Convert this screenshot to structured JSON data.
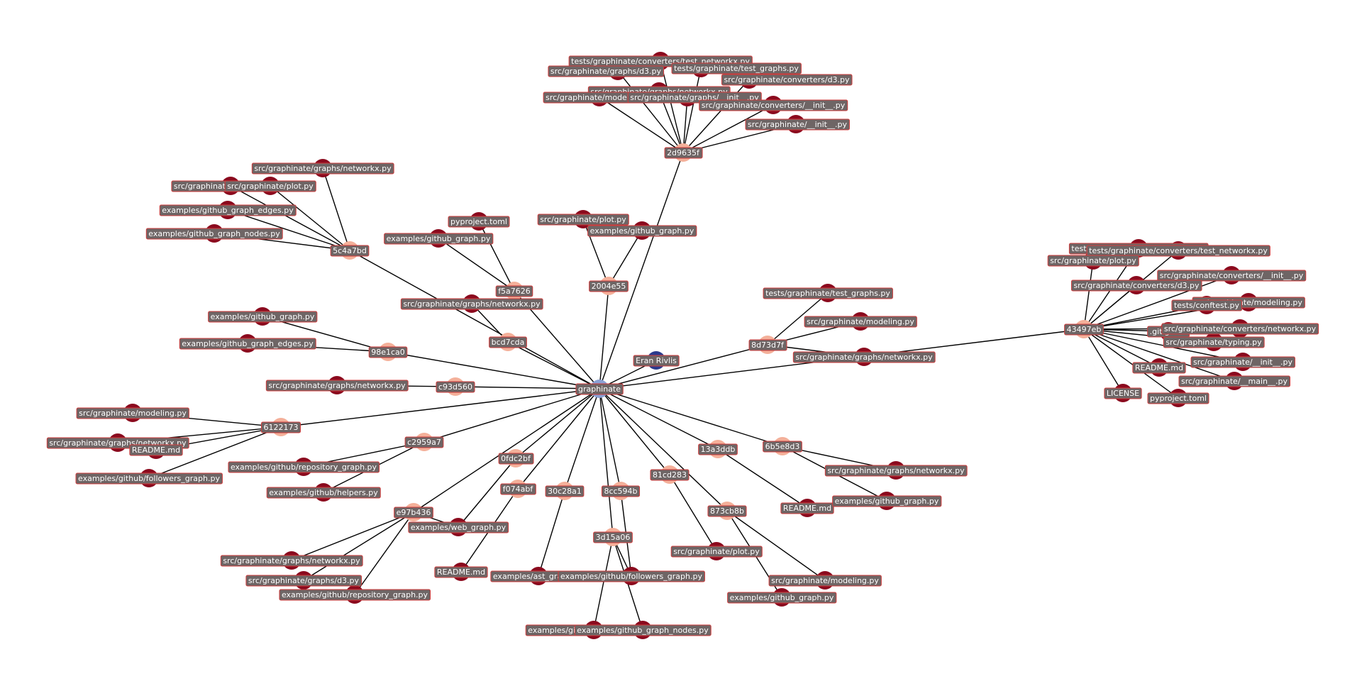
{
  "colors": {
    "repo": "#8aa0d4",
    "user": "#2b3a8c",
    "commit": "#f4b09a",
    "file": "#8b0a1e",
    "edge": "#000000",
    "label_bg": "#6e6565",
    "label_border": "#d23c3c",
    "label_text": "#ffffff"
  },
  "nodes": {
    "repo": {
      "label": "graphinate",
      "kind": "repo"
    },
    "user": {
      "label": "Eran Rivlis",
      "kind": "user"
    },
    "c_2d9635f": {
      "label": "2d9635f",
      "kind": "commit"
    },
    "c_5c4a7bd": {
      "label": "5c4a7bd",
      "kind": "commit"
    },
    "c_f5a7626": {
      "label": "f5a7626",
      "kind": "commit"
    },
    "c_2004e55": {
      "label": "2004e55",
      "kind": "commit"
    },
    "c_bcd7cda": {
      "label": "bcd7cda",
      "kind": "commit"
    },
    "c_98e1ca0": {
      "label": "98e1ca0",
      "kind": "commit"
    },
    "c_c93d560": {
      "label": "c93d560",
      "kind": "commit"
    },
    "c_6122173": {
      "label": "6122173",
      "kind": "commit"
    },
    "c_c2959a7": {
      "label": "c2959a7",
      "kind": "commit"
    },
    "c_0fdc2bf": {
      "label": "0fdc2bf",
      "kind": "commit"
    },
    "c_f074abf": {
      "label": "f074abf",
      "kind": "commit"
    },
    "c_30c28a1": {
      "label": "30c28a1",
      "kind": "commit"
    },
    "c_8cc594b": {
      "label": "8cc594b",
      "kind": "commit"
    },
    "c_3d15a06": {
      "label": "3d15a06",
      "kind": "commit"
    },
    "c_e97b436": {
      "label": "e97b436",
      "kind": "commit"
    },
    "c_81cd283": {
      "label": "81cd283",
      "kind": "commit"
    },
    "c_13a3ddb": {
      "label": "13a3ddb",
      "kind": "commit"
    },
    "c_873cb8b": {
      "label": "873cb8b",
      "kind": "commit"
    },
    "c_6b5e8d3": {
      "label": "6b5e8d3",
      "kind": "commit"
    },
    "c_8d73d7f": {
      "label": "8d73d7f",
      "kind": "commit"
    },
    "c_43497eb": {
      "label": "43497eb",
      "kind": "commit"
    },
    "f_a1": {
      "label": "tests/graphinate/converters/test_networkx.py",
      "kind": "file"
    },
    "f_a2": {
      "label": "src/graphinate/graphs/d3.py",
      "kind": "file"
    },
    "f_a3": {
      "label": "tests/graphinate/test_graphs.py",
      "kind": "file"
    },
    "f_a4": {
      "label": "src/graphinate/converters/d3.py",
      "kind": "file"
    },
    "f_a5": {
      "label": "src/graphinate/graphs/networkx.py",
      "kind": "file"
    },
    "f_a6": {
      "label": "src/graphinate/modeling.py",
      "kind": "file"
    },
    "f_a7": {
      "label": "src/graphinate/graphs/__init__.py",
      "kind": "file"
    },
    "f_a8": {
      "label": "src/graphinate/converters/__init__.py",
      "kind": "file"
    },
    "f_a9": {
      "label": "src/graphinate/__init__.py",
      "kind": "file"
    },
    "f_b1": {
      "label": "src/graphinate/graphs/networkx.py",
      "kind": "file"
    },
    "f_b2": {
      "label": "src/graphinate/graphs/d3.py",
      "kind": "file"
    },
    "f_b3": {
      "label": "src/graphinate/plot.py",
      "kind": "file"
    },
    "f_b4": {
      "label": "examples/github_graph_edges.py",
      "kind": "file"
    },
    "f_b5": {
      "label": "examples/github_graph_nodes.py",
      "kind": "file"
    },
    "f_c1": {
      "label": "pyproject.toml",
      "kind": "file"
    },
    "f_c2": {
      "label": "examples/github_graph.py",
      "kind": "file"
    },
    "f_d1": {
      "label": "src/graphinate/plot.py",
      "kind": "file"
    },
    "f_d2": {
      "label": "examples/github_graph.py",
      "kind": "file"
    },
    "f_e1": {
      "label": "src/graphinate/graphs/networkx.py",
      "kind": "file"
    },
    "f_g1": {
      "label": "examples/github_graph.py",
      "kind": "file"
    },
    "f_g2": {
      "label": "examples/github_graph_edges.py",
      "kind": "file"
    },
    "f_h1": {
      "label": "src/graphinate/graphs/networkx.py",
      "kind": "file"
    },
    "f_i1": {
      "label": "src/graphinate/modeling.py",
      "kind": "file"
    },
    "f_i2": {
      "label": "src/graphinate/graphs/networkx.py",
      "kind": "file"
    },
    "f_i3": {
      "label": "README.md",
      "kind": "file"
    },
    "f_i4": {
      "label": "examples/github/followers_graph.py",
      "kind": "file"
    },
    "f_j1": {
      "label": "examples/github/repository_graph.py",
      "kind": "file"
    },
    "f_j2": {
      "label": "examples/github/helpers.py",
      "kind": "file"
    },
    "f_k1": {
      "label": "examples/web_graph.py",
      "kind": "file"
    },
    "f_l1": {
      "label": "README.md",
      "kind": "file"
    },
    "f_m1": {
      "label": "examples/ast_graph.py",
      "kind": "file"
    },
    "f_n1": {
      "label": "examples/github/followers_graph.py",
      "kind": "file"
    },
    "f_o1": {
      "label": "examples/github_graph_edges.py",
      "kind": "file"
    },
    "f_o2": {
      "label": "examples/github_graph_nodes.py",
      "kind": "file"
    },
    "f_p1": {
      "label": "src/graphinate/graphs/networkx.py",
      "kind": "file"
    },
    "f_p2": {
      "label": "src/graphinate/graphs/d3.py",
      "kind": "file"
    },
    "f_p3": {
      "label": "examples/github/repository_graph.py",
      "kind": "file"
    },
    "f_q1": {
      "label": "src/graphinate/plot.py",
      "kind": "file"
    },
    "f_r1": {
      "label": "README.md",
      "kind": "file"
    },
    "f_s1": {
      "label": "src/graphinate/modeling.py",
      "kind": "file"
    },
    "f_s2": {
      "label": "examples/github_graph.py",
      "kind": "file"
    },
    "f_t1": {
      "label": "src/graphinate/graphs/networkx.py",
      "kind": "file"
    },
    "f_t2": {
      "label": "examples/github_graph.py",
      "kind": "file"
    },
    "f_u1": {
      "label": "tests/graphinate/test_graphs.py",
      "kind": "file"
    },
    "f_u2": {
      "label": "src/graphinate/modeling.py",
      "kind": "file"
    },
    "f_u3": {
      "label": "src/graphinate/graphs/networkx.py",
      "kind": "file"
    },
    "f_v1": {
      "label": "tests/graphinate/test_modeling.py",
      "kind": "file"
    },
    "f_v2": {
      "label": "tests/graphinate/converters/test_networkx.py",
      "kind": "file"
    },
    "f_v3": {
      "label": "src/graphinate/plot.py",
      "kind": "file"
    },
    "f_v4": {
      "label": "src/graphinate/converters/__init__.py",
      "kind": "file"
    },
    "f_v5": {
      "label": "src/graphinate/converters/d3.py",
      "kind": "file"
    },
    "f_v6": {
      "label": "src/graphinate/modeling.py",
      "kind": "file"
    },
    "f_v7": {
      "label": "tests/conftest.py",
      "kind": "file"
    },
    "f_v8": {
      "label": ".gitignore",
      "kind": "file"
    },
    "f_v9": {
      "label": "src/graphinate/converters/networkx.py",
      "kind": "file"
    },
    "f_v10": {
      "label": "src/graphinate/typing.py",
      "kind": "file"
    },
    "f_v11": {
      "label": "README.md",
      "kind": "file"
    },
    "f_v12": {
      "label": "src/graphinate/__init__.py",
      "kind": "file"
    },
    "f_v13": {
      "label": "src/graphinate/__main__.py",
      "kind": "file"
    },
    "f_v14": {
      "label": "LICENSE",
      "kind": "file"
    },
    "f_v15": {
      "label": "pyproject.toml",
      "kind": "file"
    }
  },
  "edges": [
    [
      "repo",
      "user"
    ],
    [
      "repo",
      "c_2d9635f"
    ],
    [
      "repo",
      "c_5c4a7bd"
    ],
    [
      "repo",
      "c_f5a7626"
    ],
    [
      "repo",
      "c_2004e55"
    ],
    [
      "repo",
      "c_bcd7cda"
    ],
    [
      "repo",
      "c_98e1ca0"
    ],
    [
      "repo",
      "c_c93d560"
    ],
    [
      "repo",
      "c_6122173"
    ],
    [
      "repo",
      "c_c2959a7"
    ],
    [
      "repo",
      "c_0fdc2bf"
    ],
    [
      "repo",
      "c_f074abf"
    ],
    [
      "repo",
      "c_30c28a1"
    ],
    [
      "repo",
      "c_8cc594b"
    ],
    [
      "repo",
      "c_3d15a06"
    ],
    [
      "repo",
      "c_e97b436"
    ],
    [
      "repo",
      "c_81cd283"
    ],
    [
      "repo",
      "c_13a3ddb"
    ],
    [
      "repo",
      "c_873cb8b"
    ],
    [
      "repo",
      "c_6b5e8d3"
    ],
    [
      "repo",
      "c_8d73d7f"
    ],
    [
      "repo",
      "c_43497eb"
    ],
    [
      "c_2d9635f",
      "f_a1"
    ],
    [
      "c_2d9635f",
      "f_a2"
    ],
    [
      "c_2d9635f",
      "f_a3"
    ],
    [
      "c_2d9635f",
      "f_a4"
    ],
    [
      "c_2d9635f",
      "f_a5"
    ],
    [
      "c_2d9635f",
      "f_a6"
    ],
    [
      "c_2d9635f",
      "f_a7"
    ],
    [
      "c_2d9635f",
      "f_a8"
    ],
    [
      "c_2d9635f",
      "f_a9"
    ],
    [
      "c_5c4a7bd",
      "f_b1"
    ],
    [
      "c_5c4a7bd",
      "f_b2"
    ],
    [
      "c_5c4a7bd",
      "f_b3"
    ],
    [
      "c_5c4a7bd",
      "f_b4"
    ],
    [
      "c_5c4a7bd",
      "f_b5"
    ],
    [
      "c_f5a7626",
      "f_c1"
    ],
    [
      "c_f5a7626",
      "f_c2"
    ],
    [
      "c_2004e55",
      "f_d1"
    ],
    [
      "c_2004e55",
      "f_d2"
    ],
    [
      "c_bcd7cda",
      "f_e1"
    ],
    [
      "c_98e1ca0",
      "f_g1"
    ],
    [
      "c_98e1ca0",
      "f_g2"
    ],
    [
      "c_c93d560",
      "f_h1"
    ],
    [
      "c_6122173",
      "f_i1"
    ],
    [
      "c_6122173",
      "f_i2"
    ],
    [
      "c_6122173",
      "f_i3"
    ],
    [
      "c_6122173",
      "f_i4"
    ],
    [
      "c_c2959a7",
      "f_j1"
    ],
    [
      "c_c2959a7",
      "f_j2"
    ],
    [
      "c_0fdc2bf",
      "f_k1"
    ],
    [
      "c_f074abf",
      "f_l1"
    ],
    [
      "c_30c28a1",
      "f_m1"
    ],
    [
      "c_8cc594b",
      "f_n1"
    ],
    [
      "c_3d15a06",
      "f_o1"
    ],
    [
      "c_3d15a06",
      "f_o2"
    ],
    [
      "c_3d15a06",
      "f_n1"
    ],
    [
      "c_e97b436",
      "f_p1"
    ],
    [
      "c_e97b436",
      "f_p2"
    ],
    [
      "c_e97b436",
      "f_p3"
    ],
    [
      "c_e97b436",
      "f_k1"
    ],
    [
      "c_81cd283",
      "f_q1"
    ],
    [
      "c_13a3ddb",
      "f_r1"
    ],
    [
      "c_873cb8b",
      "f_s1"
    ],
    [
      "c_873cb8b",
      "f_s2"
    ],
    [
      "c_6b5e8d3",
      "f_t1"
    ],
    [
      "c_6b5e8d3",
      "f_t2"
    ],
    [
      "c_8d73d7f",
      "f_u1"
    ],
    [
      "c_8d73d7f",
      "f_u2"
    ],
    [
      "c_8d73d7f",
      "f_u3"
    ],
    [
      "c_43497eb",
      "f_v1"
    ],
    [
      "c_43497eb",
      "f_v2"
    ],
    [
      "c_43497eb",
      "f_v3"
    ],
    [
      "c_43497eb",
      "f_v4"
    ],
    [
      "c_43497eb",
      "f_v5"
    ],
    [
      "c_43497eb",
      "f_v6"
    ],
    [
      "c_43497eb",
      "f_v7"
    ],
    [
      "c_43497eb",
      "f_v8"
    ],
    [
      "c_43497eb",
      "f_v9"
    ],
    [
      "c_43497eb",
      "f_v10"
    ],
    [
      "c_43497eb",
      "f_v11"
    ],
    [
      "c_43497eb",
      "f_v12"
    ],
    [
      "c_43497eb",
      "f_v13"
    ],
    [
      "c_43497eb",
      "f_v14"
    ],
    [
      "c_43497eb",
      "f_v15"
    ]
  ]
}
